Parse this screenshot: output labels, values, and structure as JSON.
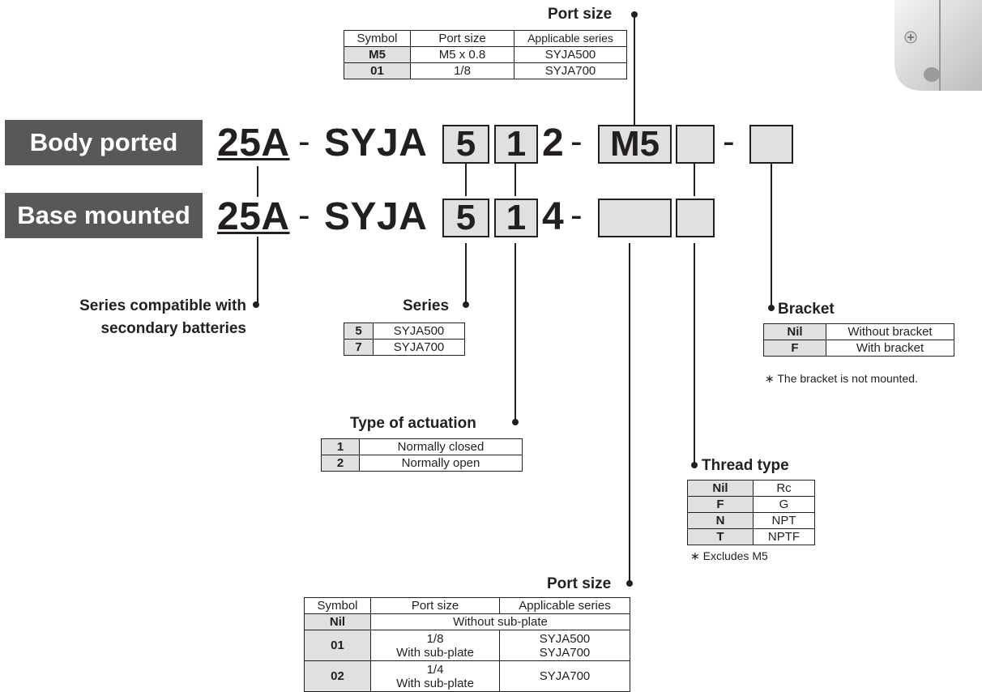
{
  "tags": {
    "body_ported": "Body ported",
    "base_mounted": "Base mounted"
  },
  "codes": {
    "row1": {
      "prefix": "25A",
      "sep1": "-",
      "series": "SYJA",
      "box_series": "5",
      "box_actuation": "1",
      "fixed": "2",
      "sep2": "-",
      "box_port": "M5",
      "box_thread": "",
      "sep3": "-",
      "box_bracket": ""
    },
    "row2": {
      "prefix": "25A",
      "sep1": "-",
      "series": "SYJA",
      "box_series": "5",
      "box_actuation": "1",
      "fixed": "4",
      "sep2": "-",
      "box_port": "",
      "box_thread": ""
    }
  },
  "options": {
    "port_size_body": {
      "label": "Port size",
      "headers": [
        "Symbol",
        "Port size",
        "Applicable series"
      ],
      "rows": [
        [
          "M5",
          "M5 x 0.8",
          "SYJA500"
        ],
        [
          "01",
          "1/8",
          "SYJA700"
        ]
      ]
    },
    "secondary": {
      "label_line1": "Series compatible with",
      "label_line2": "secondary batteries"
    },
    "series": {
      "label": "Series",
      "rows": [
        [
          "5",
          "SYJA500"
        ],
        [
          "7",
          "SYJA700"
        ]
      ]
    },
    "actuation": {
      "label": "Type of actuation",
      "rows": [
        [
          "1",
          "Normally closed"
        ],
        [
          "2",
          "Normally open"
        ]
      ]
    },
    "bracket": {
      "label": "Bracket",
      "rows": [
        [
          "Nil",
          "Without bracket"
        ],
        [
          "F",
          "With bracket"
        ]
      ],
      "note": "∗  The bracket is not mounted."
    },
    "thread": {
      "label": "Thread type",
      "rows": [
        [
          "Nil",
          "Rc"
        ],
        [
          "F",
          "G"
        ],
        [
          "N",
          "NPT"
        ],
        [
          "T",
          "NPTF"
        ]
      ],
      "note": "∗  Excludes M5"
    },
    "port_size_base": {
      "label": "Port size",
      "headers": [
        "Symbol",
        "Port size",
        "Applicable series"
      ],
      "nil": [
        "Nil",
        "Without sub-plate"
      ],
      "row01": {
        "sym": "01",
        "size1": "1/8",
        "size2": "With sub-plate",
        "ser1": "SYJA500",
        "ser2": "SYJA700"
      },
      "row02": {
        "sym": "02",
        "size1": "1/4",
        "size2": "With sub-plate",
        "ser1": "SYJA700"
      }
    }
  },
  "colors": {
    "tag_bg": "#58585a",
    "box_fill": "#e0e0e1",
    "ink": "#231f20"
  }
}
